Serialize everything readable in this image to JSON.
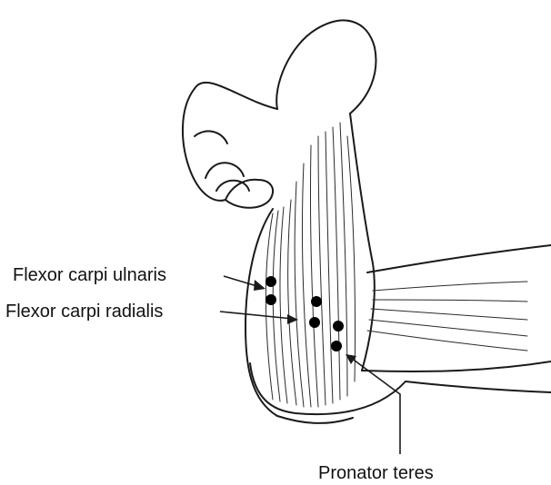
{
  "labels": {
    "flexor_carpi_ulnaris": "Flexor carpi ulnaris",
    "flexor_carpi_radialis": "Flexor carpi radialis",
    "pronator_teres": "Pronator teres"
  },
  "colors": {
    "line": "#1a1a1a",
    "background": "#ffffff"
  }
}
